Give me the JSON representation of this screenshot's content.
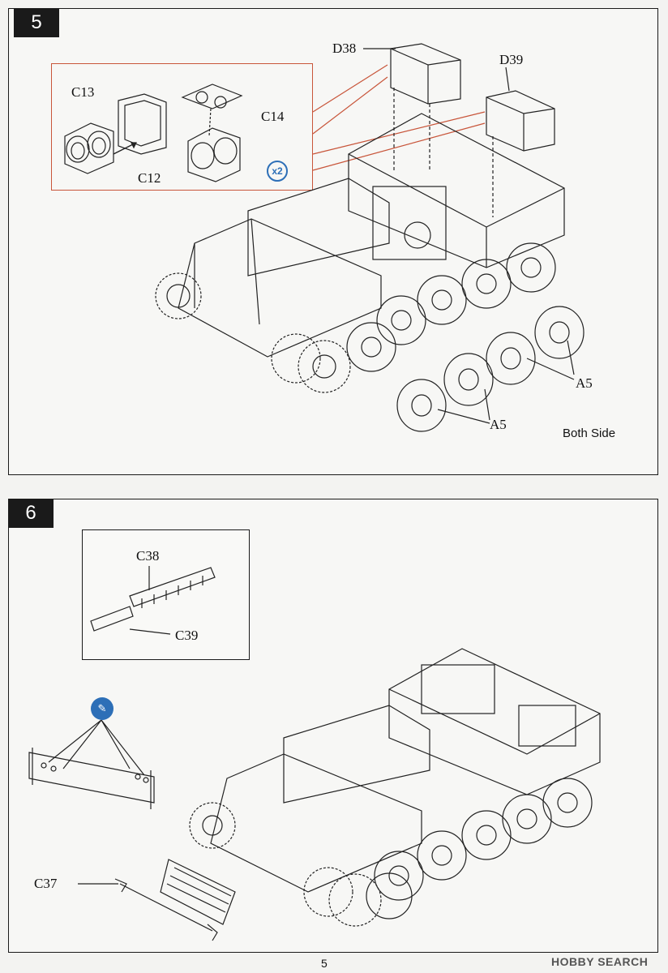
{
  "step5": {
    "number": "5",
    "labels": {
      "d38": "D38",
      "d39": "D39",
      "c13": "C13",
      "c14": "C14",
      "c12": "C12",
      "a5_top": "A5",
      "a5_bottom": "A5"
    },
    "quantity_badge": "x2",
    "note": "Both Side"
  },
  "step6": {
    "number": "6",
    "labels": {
      "c38": "C38",
      "c39": "C39",
      "c37": "C37"
    },
    "glue_icon": "glue-bottle-icon"
  },
  "footer": {
    "page_number": "5",
    "watermark": "HOBBY SEARCH"
  },
  "colors": {
    "inset_border": "#c8553a",
    "badge_blue": "#2d6fb7",
    "line": "#1a1a1a"
  }
}
